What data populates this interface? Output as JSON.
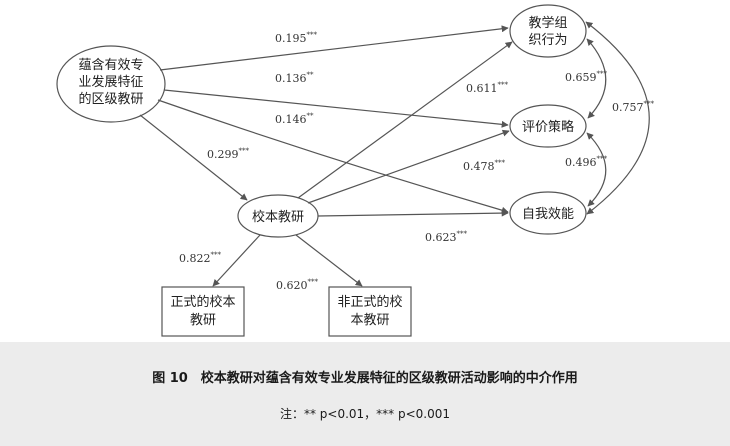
{
  "nodes": {
    "district_line1": "蕴含有效专",
    "district_line2": "业发展特征",
    "district_line3": "的区级教研",
    "school_research": "校本教研",
    "formal_line1": "正式的校本",
    "formal_line2": "教研",
    "informal_line1": "非正式的校",
    "informal_line2": "本教研",
    "teaching_line1": "教学组",
    "teaching_line2": "织行为",
    "evaluation": "评价策略",
    "efficacy": "自我效能"
  },
  "paths": {
    "district_teaching": {
      "value": "0.195",
      "stars": "***"
    },
    "district_evaluation": {
      "value": "0.136",
      "stars": "**"
    },
    "district_efficacy": {
      "value": "0.146",
      "stars": "**"
    },
    "district_school": {
      "value": "0.299",
      "stars": "***"
    },
    "school_teaching": {
      "value": "0.611",
      "stars": "***"
    },
    "school_evaluation": {
      "value": "0.478",
      "stars": "***"
    },
    "school_efficacy": {
      "value": "0.623",
      "stars": "***"
    },
    "school_formal": {
      "value": "0.822",
      "stars": "***"
    },
    "school_informal": {
      "value": "0.620",
      "stars": "***"
    },
    "teaching_evaluation": {
      "value": "0.659",
      "stars": "***"
    },
    "evaluation_efficacy": {
      "value": "0.496",
      "stars": "***"
    },
    "teaching_efficacy": {
      "value": "0.757",
      "stars": "***"
    }
  },
  "caption": {
    "title": "图 10　校本教研对蕴含有效专业发展特征的区级教研活动影响的中介作用",
    "note": "注：** p<0.01，*** p<0.001"
  },
  "colors": {
    "line": "#555555",
    "caption_bg": "#ececec"
  }
}
